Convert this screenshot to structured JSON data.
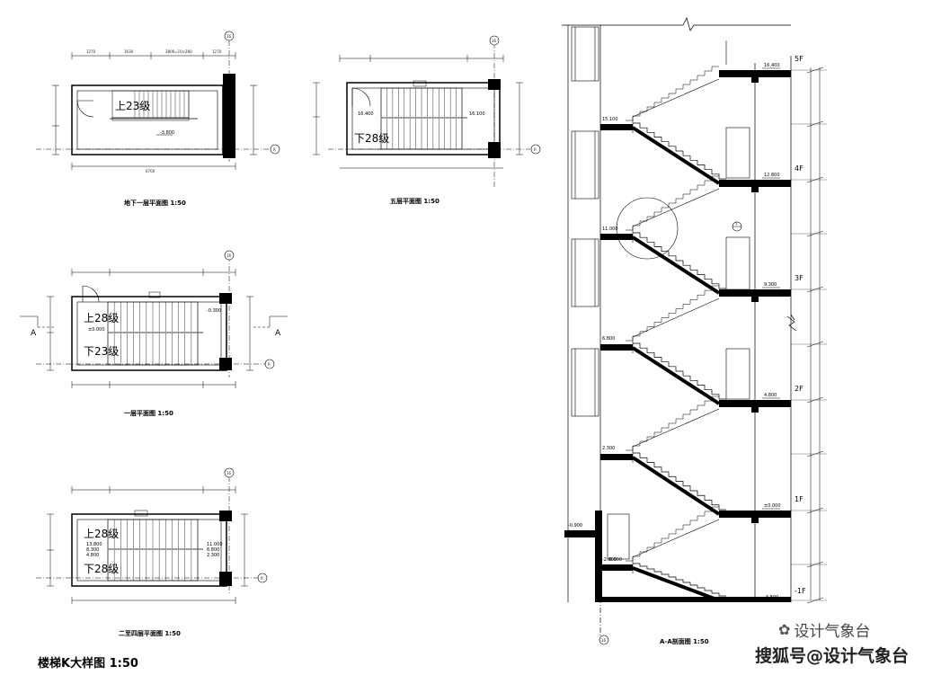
{
  "sheet_title": "楼梯K大样图  1:50",
  "plans": {
    "basement": {
      "title": "地下一层平面图   1:50",
      "stair_label": "上23级",
      "elevation": "-3.800",
      "axis_top": "16",
      "axis_right": "R",
      "dims_top": [
        "1270",
        "1630",
        "2800=10×280",
        "1270"
      ],
      "dims_bottom": [
        "6700"
      ]
    },
    "fifth": {
      "title": "五层平面图   1:50",
      "stair_label": "下28级",
      "elevation_left": "16.400",
      "elevation_right": "16.100",
      "axis_top": "16",
      "axis_right": "R"
    },
    "first": {
      "title": "一层平面图   1:50",
      "stair_up": "上28级",
      "stair_down": "下23级",
      "elevation_zero": "±0.000",
      "elevation": "-0.300",
      "section_mark": "A",
      "axis_top": "16",
      "axis_right": "R"
    },
    "typical": {
      "title": "二至四层平面图   1:50",
      "stair_up": "上28级",
      "stair_down": "下28级",
      "elevations_left": [
        "13.800",
        "8.300",
        "4.800"
      ],
      "elevations_right": [
        "11.000",
        "6.800",
        "2.300"
      ],
      "axis_top": "16",
      "axis_right": "R"
    }
  },
  "section": {
    "title": "A-A剖面图   1:50",
    "axis": "16",
    "detail": "1",
    "floors": [
      {
        "label": "5F",
        "elev": "16.400"
      },
      {
        "label": "4F",
        "elev": "12.800"
      },
      {
        "label": "3F",
        "elev": "9.300"
      },
      {
        "label": "2F",
        "elev": "4.800"
      },
      {
        "label": "1F",
        "elev": "±0.000"
      },
      {
        "label": "-1F",
        "elev": "-3.800"
      }
    ],
    "landings": [
      "15.100",
      "11.000",
      "6.800",
      "2.300",
      "-2.000"
    ],
    "exterior": "-0.900",
    "pit": "-0.300"
  },
  "watermark": {
    "account": "设计气象台",
    "source": "搜狐号@设计气象台"
  }
}
